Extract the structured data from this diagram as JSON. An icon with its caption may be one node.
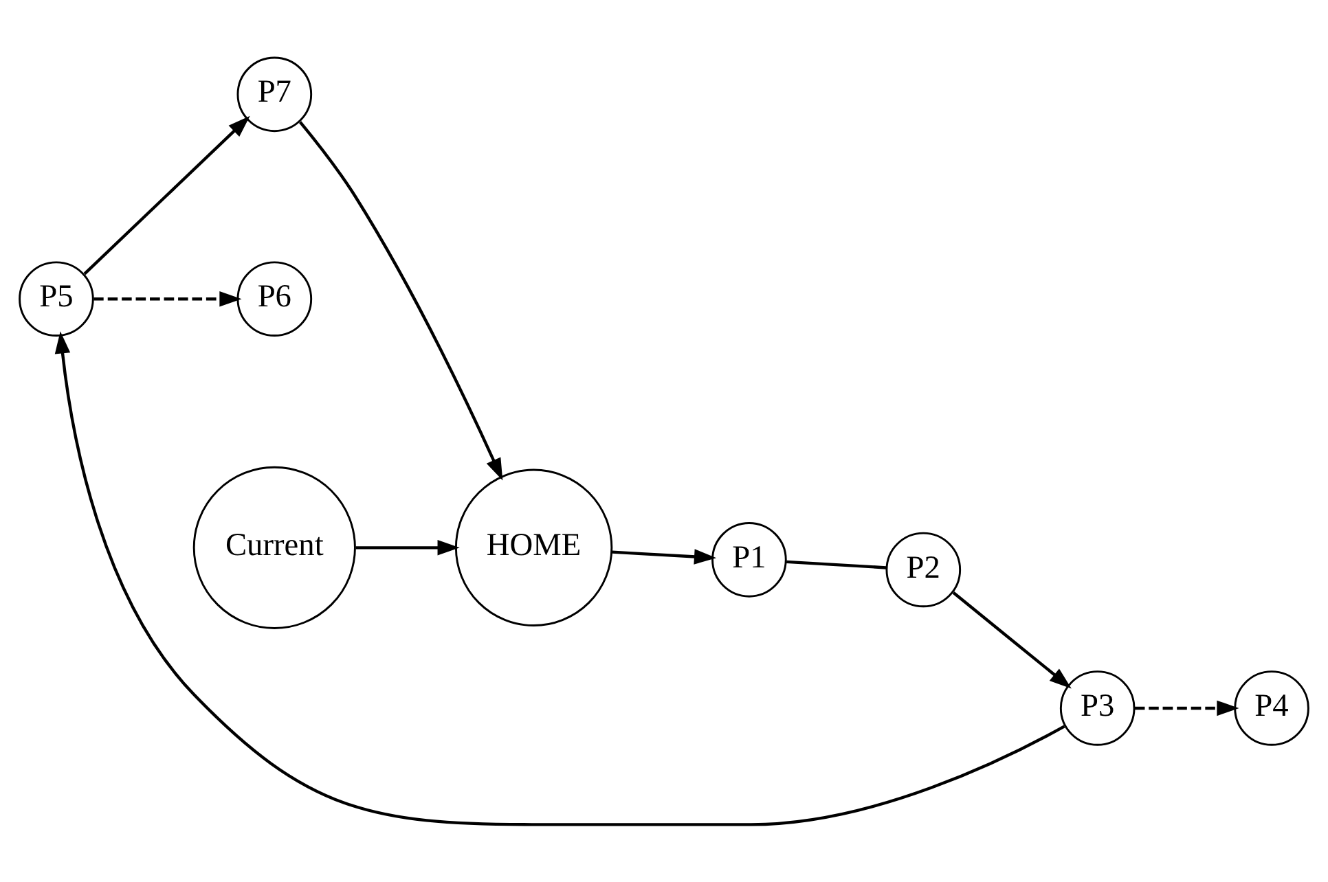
{
  "diagram": {
    "nodes": [
      {
        "text": [
          "P5"
        ]
      },
      {
        "text": [
          "P7"
        ]
      },
      {
        "text": [
          "P6"
        ]
      },
      {
        "text": [
          "P3"
        ]
      },
      {
        "text": [
          "P4"
        ]
      },
      {
        "text": [
          "Current"
        ]
      },
      {
        "text": [
          "P2"
        ]
      },
      {
        "text": [
          "HOME"
        ]
      },
      {
        "text": [
          "P1"
        ]
      }
    ],
    "edges": [
      {
        "from": 5,
        "to": 7,
        "arrow": "to"
      },
      {
        "from": 7,
        "to": 8,
        "arrow": "to"
      },
      {
        "from": 8,
        "to": 6,
        "arrow": "none"
      },
      {
        "from": 6,
        "to": 3,
        "arrow": "to"
      },
      {
        "from": 3,
        "to": 0,
        "arrow": "to"
      },
      {
        "from": 3,
        "to": 4,
        "arrow": "to",
        "style": "dashed"
      },
      {
        "from": 0,
        "to": 1,
        "arrow": "to"
      },
      {
        "from": 0,
        "to": 2,
        "arrow": "to",
        "style": "dashed"
      },
      {
        "from": 1,
        "to": 7,
        "arrow": "to"
      }
    ]
  }
}
